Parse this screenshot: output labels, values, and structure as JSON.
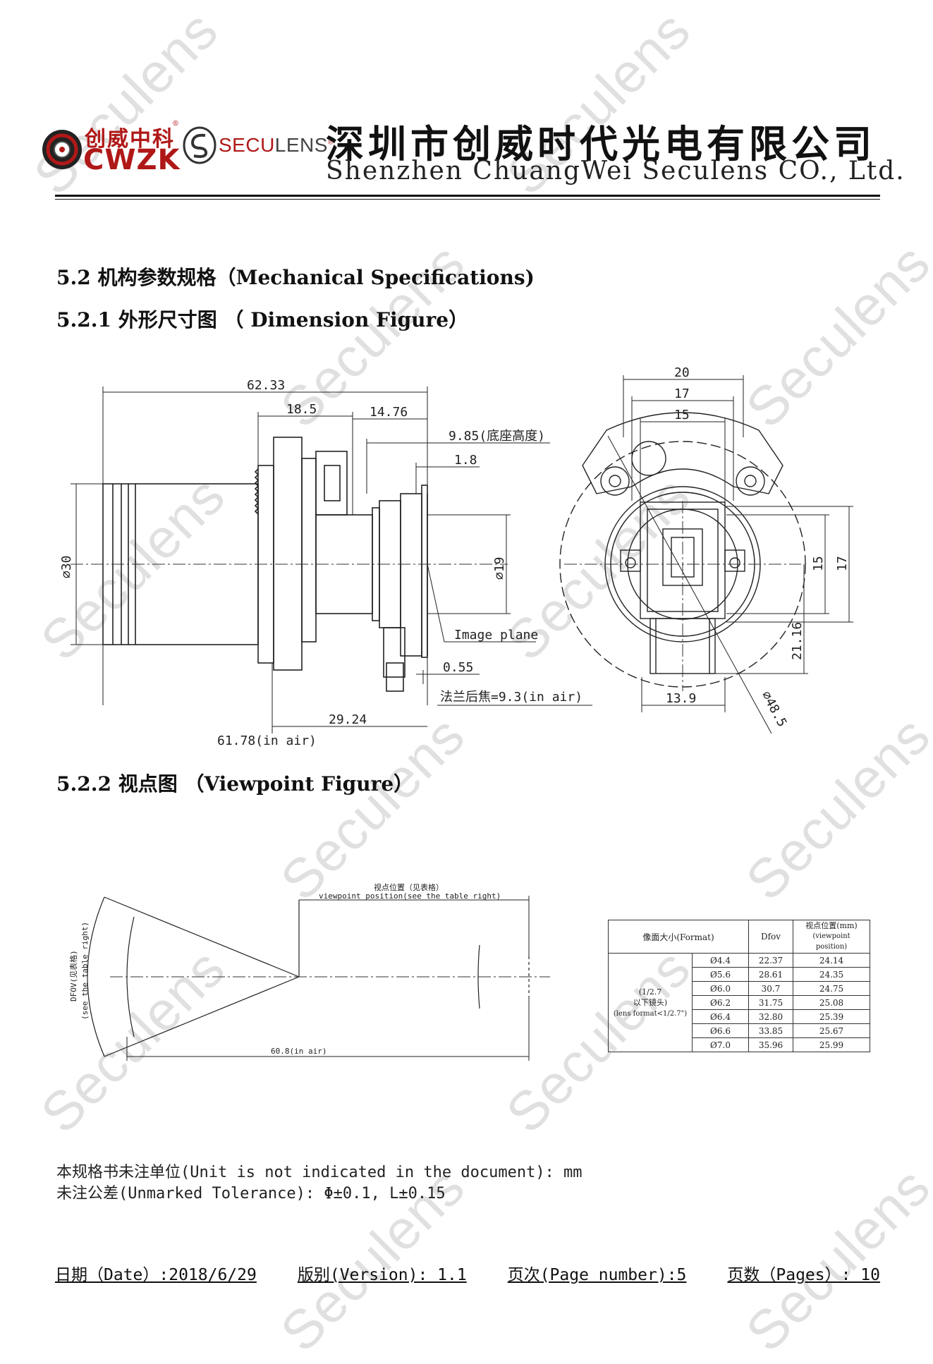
{
  "header": {
    "logo_cwzk_cn": "创威中科",
    "logo_cwzk_reg": "®",
    "logo_cwzk_en": "CWZK",
    "logo_seculens_a": "SECU",
    "logo_seculens_b": "LENS",
    "logo_seculens_reg": "®",
    "company_cn": "深圳市创威时代光电有限公司",
    "company_en": "Shenzhen ChuangWei Seculens CO., Ltd."
  },
  "watermark": "Seculens",
  "sections": {
    "mech": "5.2 机构参数规格（Mechanical Specifications)",
    "dim": "5.2.1 外形尺寸图 （ Dimension Figure）",
    "view": "5.2.2 视点图 （Viewpoint Figure）"
  },
  "dimension": {
    "d62_33": "62.33",
    "d18_5": "18.5",
    "d14_76": "14.76",
    "d9_85": "9.85(底座高度)",
    "d1_8": "1.8",
    "phi30": "⌀30",
    "phi19": "⌀19",
    "image_plane": "Image plane",
    "d0_55": "0.55",
    "flange": "法兰后焦=9.3(in air)",
    "d29_24": "29.24",
    "d61_78": "61.78(in air)",
    "d20": "20",
    "d17": "17",
    "d15": "15",
    "v15": "15",
    "v17": "17",
    "d21_16": "21.16",
    "d13_9": "13.9",
    "phi48_5": "⌀48.5"
  },
  "viewpoint": {
    "top_cn": "视点位置（见表格）",
    "top_en": "viewpoint position(see the table right)",
    "side_cn": "DFOV(见表格)",
    "side_en": "(see the table right)",
    "bottom": "60.8(in air)"
  },
  "table": {
    "header_format": "像面大小(Format)",
    "header_dfov": "Dfov",
    "header_vp_cn": "视点位置(mm)",
    "header_vp_en": "(viewpoint position)",
    "format_line1": "(1/2.7",
    "format_line2": "以下镜头)",
    "format_line3": "(lens format<1/2.7\")",
    "rows": [
      {
        "size": "Ø4.4",
        "dfov": "22.37",
        "vp": "24.14"
      },
      {
        "size": "Ø5.6",
        "dfov": "28.61",
        "vp": "24.35"
      },
      {
        "size": "Ø6.0",
        "dfov": "30.7",
        "vp": "24.75"
      },
      {
        "size": "Ø6.2",
        "dfov": "31.75",
        "vp": "25.08"
      },
      {
        "size": "Ø6.4",
        "dfov": "32.80",
        "vp": "25.39"
      },
      {
        "size": "Ø6.6",
        "dfov": "33.85",
        "vp": "25.67"
      },
      {
        "size": "Ø7.0",
        "dfov": "35.96",
        "vp": "25.99"
      }
    ]
  },
  "notes": {
    "unit": "本规格书未注单位(Unit is not indicated in the document): mm",
    "tolerance": "未注公差(Unmarked Tolerance): Φ±0.1, L±0.15"
  },
  "footer": {
    "date": "日期（Date）:2018/6/29",
    "version": "版别(Version): 1.1",
    "page": "页次(Page number):5",
    "pages": "页数（Pages）: 10"
  }
}
